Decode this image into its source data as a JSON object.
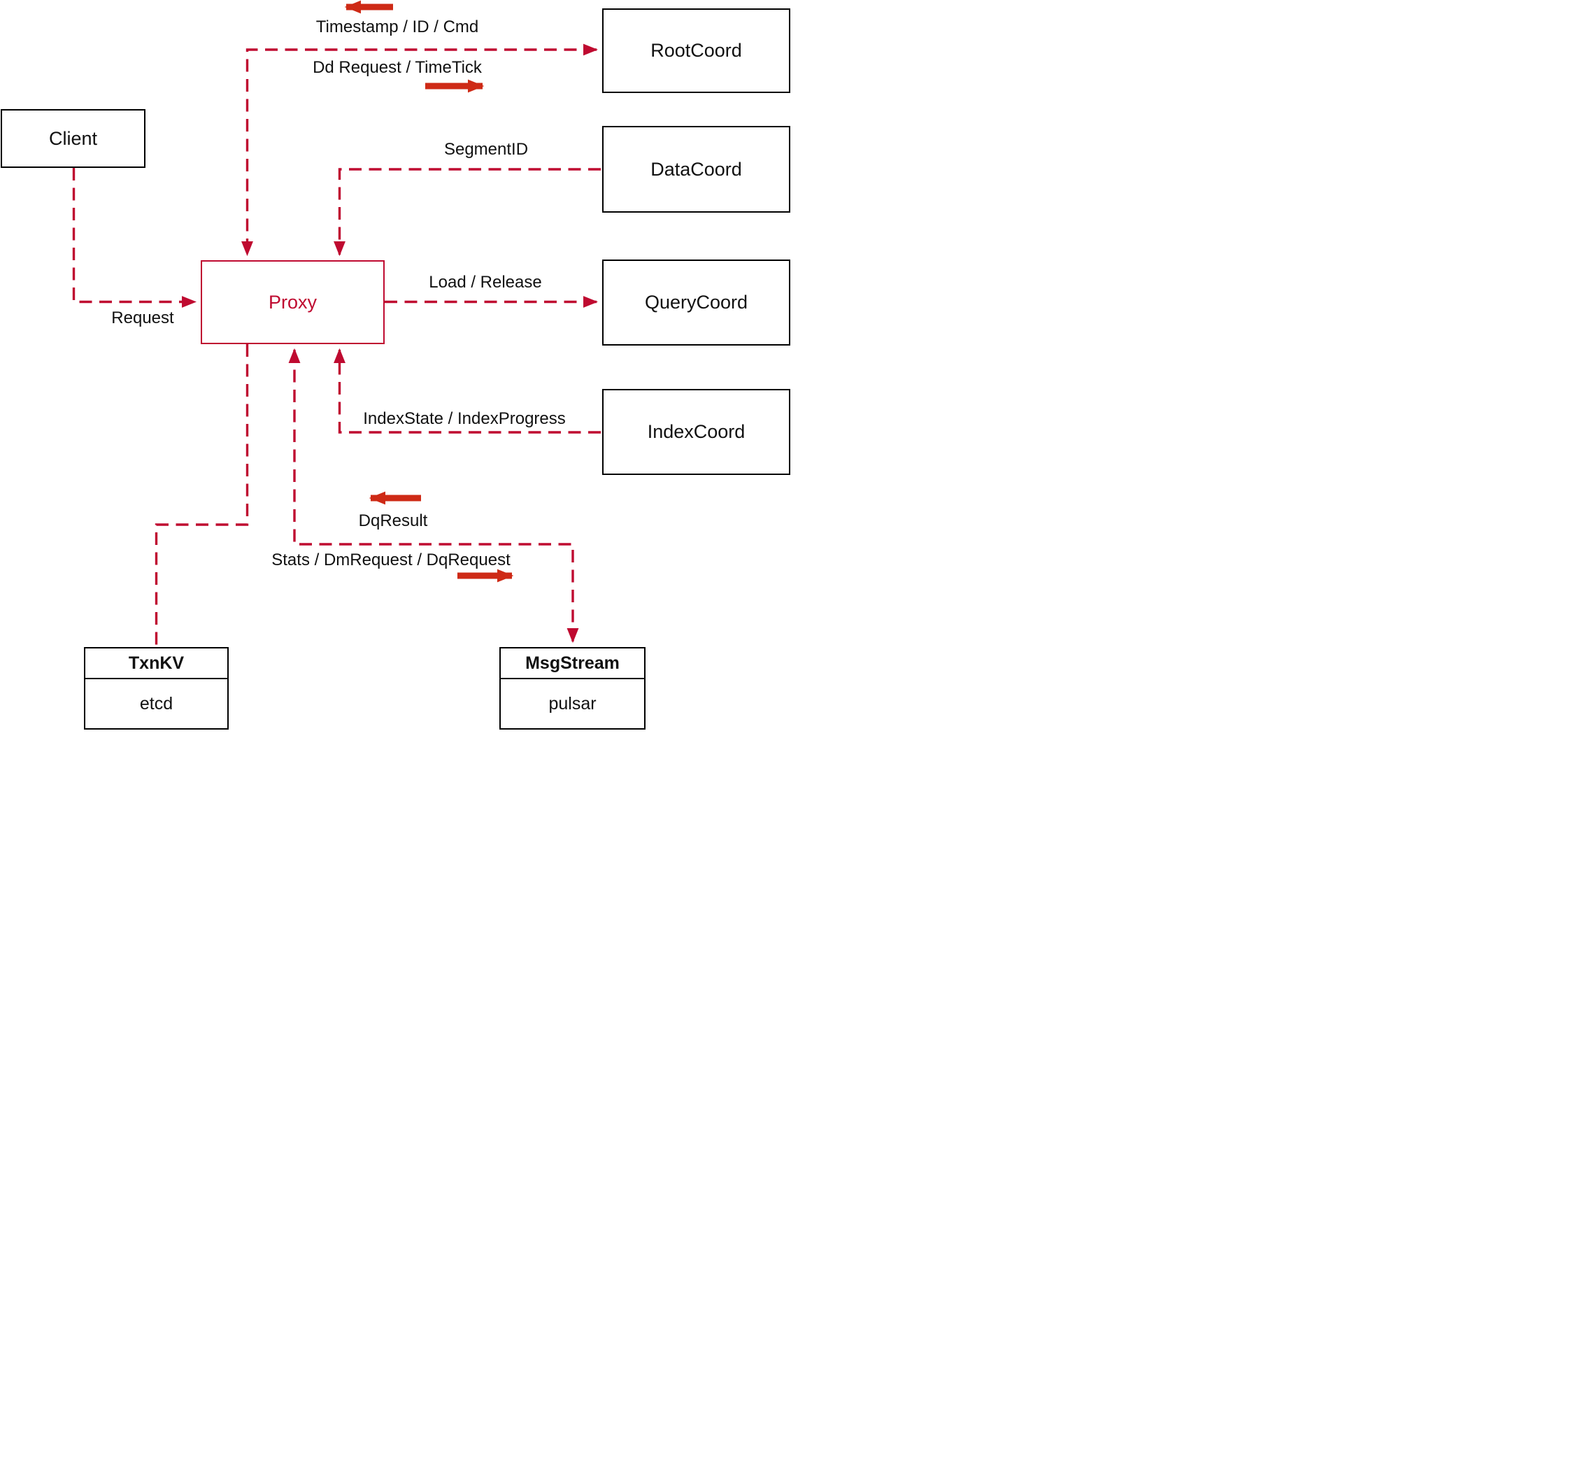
{
  "diagram": {
    "colors": {
      "line_red": "#bf0a30",
      "arrow_red": "#ce2a16",
      "border_black": "#000000",
      "bg": "#ffffff",
      "text_black": "#111111"
    },
    "nodes": {
      "client": {
        "label": "Client"
      },
      "root_coord": {
        "label": "RootCoord"
      },
      "data_coord": {
        "label": "DataCoord"
      },
      "query_coord": {
        "label": "QueryCoord"
      },
      "index_coord": {
        "label": "IndexCoord"
      },
      "proxy": {
        "label": "Proxy"
      },
      "txn_kv": {
        "title": "TxnKV",
        "subtitle": "etcd"
      },
      "msg_stream": {
        "title": "MsgStream",
        "subtitle": "pulsar"
      }
    },
    "edge_labels": {
      "timestamp_id_cmd": "Timestamp / ID / Cmd",
      "dd_request_timetick": "Dd Request / TimeTick",
      "segment_id": "SegmentID",
      "load_release": "Load / Release",
      "request": "Request",
      "index_state_progress": "IndexState / IndexProgress",
      "dq_result": "DqResult",
      "stats_dm_dq_request": "Stats / DmRequest / DqRequest"
    }
  }
}
